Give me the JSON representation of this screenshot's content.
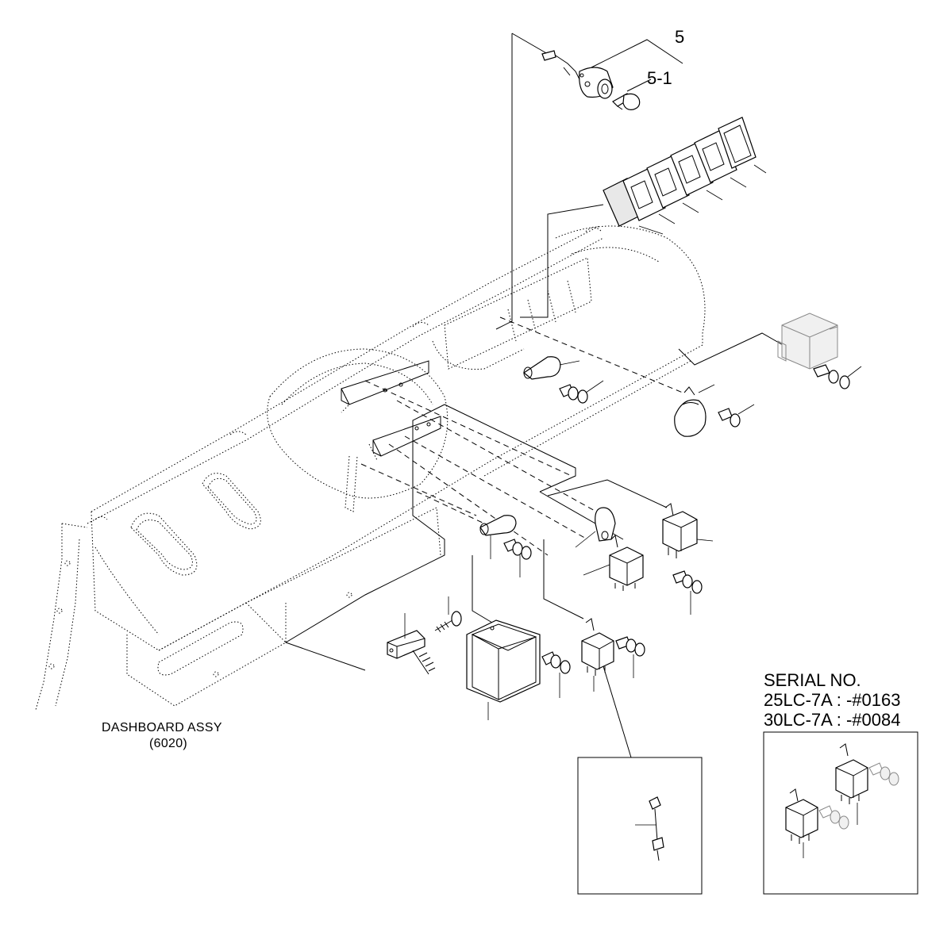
{
  "callouts": {
    "item_5": "5",
    "item_5_1": "5-1"
  },
  "dashboard": {
    "title": "DASHBOARD ASSY",
    "code": "(6020)"
  },
  "serial_box": {
    "heading": "SERIAL NO.",
    "line_1": "25LC-7A : -#0163",
    "line_2": "30LC-7A : -#0084"
  }
}
